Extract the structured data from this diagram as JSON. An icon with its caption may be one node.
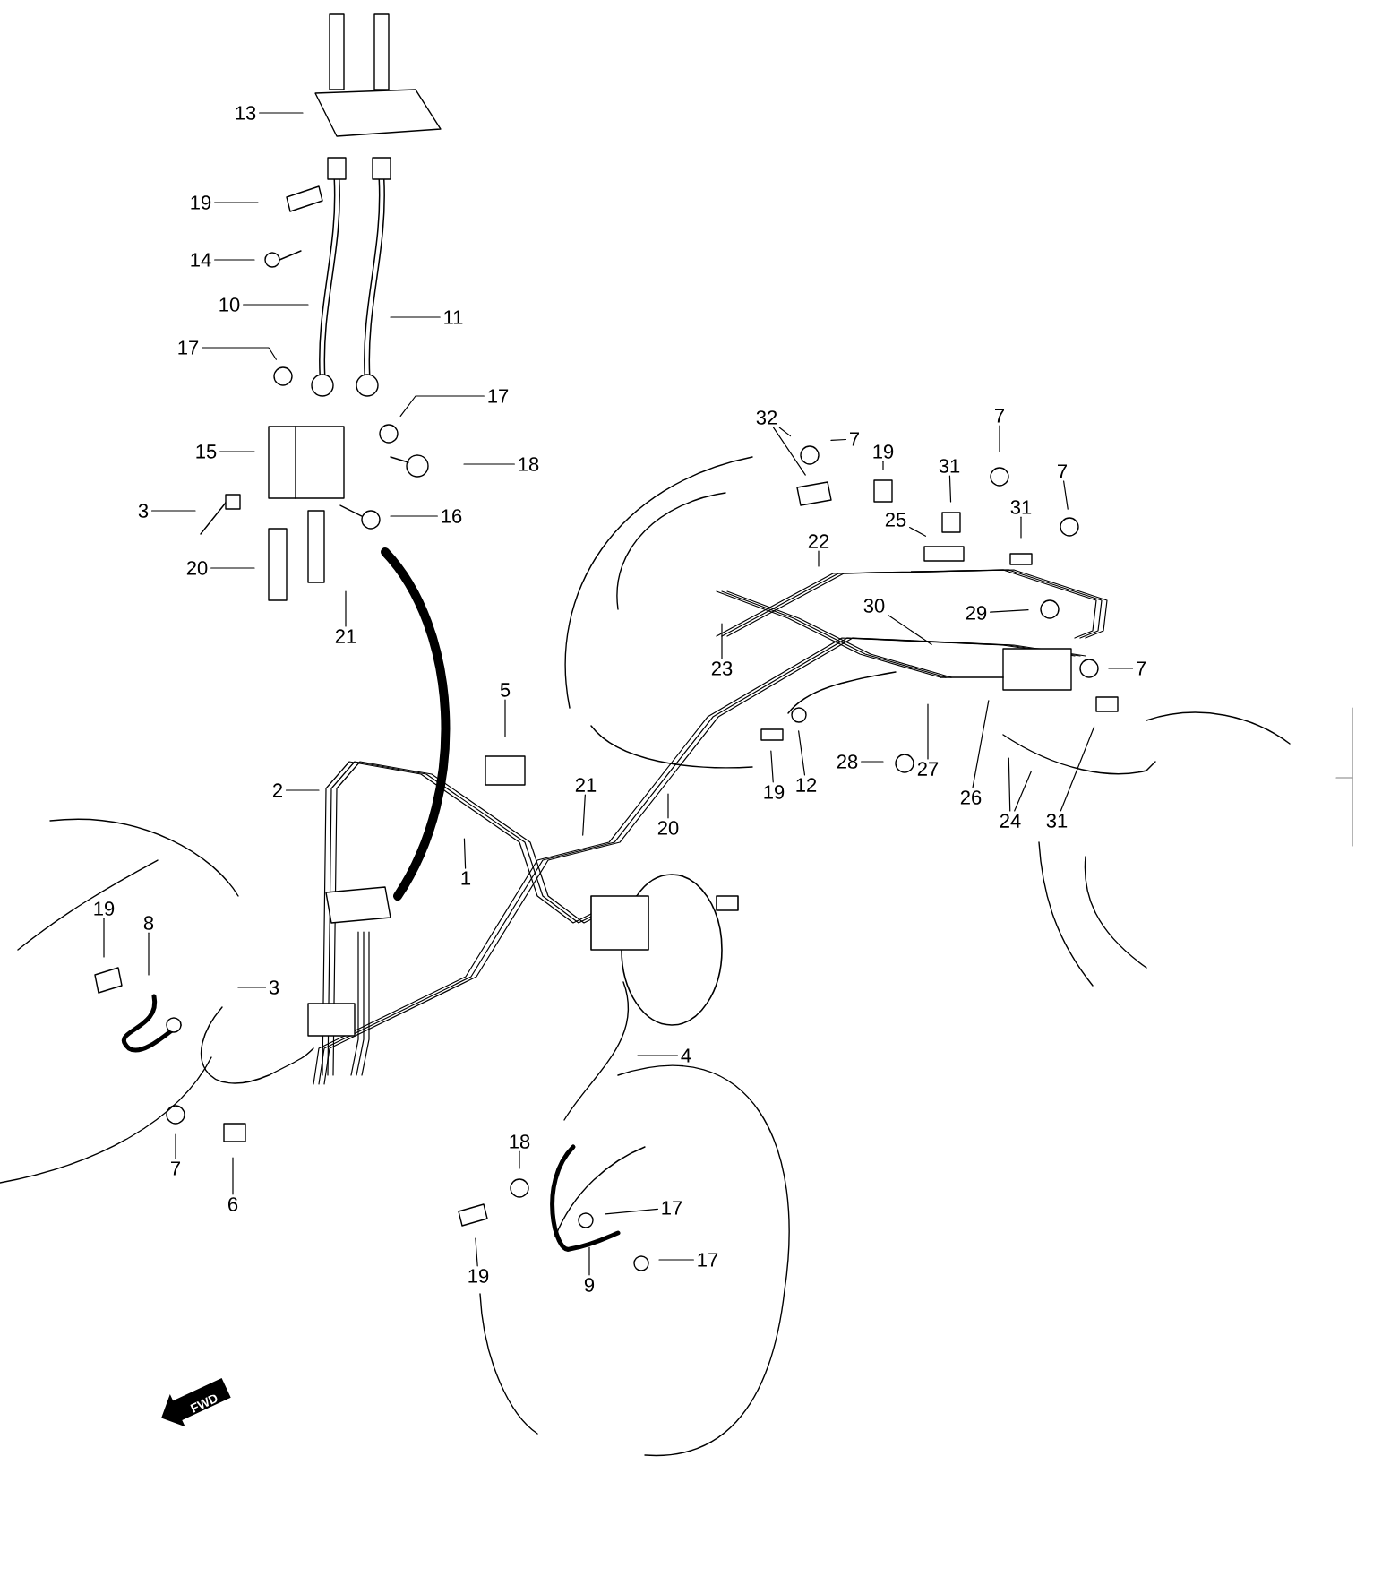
{
  "diagram": {
    "nodes": [
      {
        "text": [
          "13"
        ]
      },
      {
        "text": [
          "19"
        ]
      },
      {
        "text": [
          "14"
        ]
      },
      {
        "text": [
          "10"
        ]
      },
      {
        "text": [
          "11"
        ]
      },
      {
        "text": [
          "17"
        ]
      },
      {
        "text": [
          "17"
        ]
      },
      {
        "text": [
          "15"
        ]
      },
      {
        "text": [
          "18"
        ]
      },
      {
        "text": [
          "3"
        ]
      },
      {
        "text": [
          "16"
        ]
      },
      {
        "text": [
          "20"
        ]
      },
      {
        "text": [
          "21"
        ]
      },
      {
        "text": [
          "32"
        ]
      },
      {
        "text": [
          "7"
        ]
      },
      {
        "text": [
          "19"
        ]
      },
      {
        "text": [
          "25"
        ]
      },
      {
        "text": [
          "31"
        ]
      },
      {
        "text": [
          "7"
        ]
      },
      {
        "text": [
          "7"
        ]
      },
      {
        "text": [
          "31"
        ]
      },
      {
        "text": [
          "22"
        ]
      },
      {
        "text": [
          "29"
        ]
      },
      {
        "text": [
          "30"
        ]
      },
      {
        "text": [
          "23"
        ]
      },
      {
        "text": [
          "7"
        ]
      },
      {
        "text": [
          "5"
        ]
      },
      {
        "text": [
          "28"
        ]
      },
      {
        "text": [
          "27"
        ]
      },
      {
        "text": [
          "19"
        ]
      },
      {
        "text": [
          "12"
        ]
      },
      {
        "text": [
          "2"
        ]
      },
      {
        "text": [
          "21"
        ]
      },
      {
        "text": [
          "26"
        ]
      },
      {
        "text": [
          "24"
        ]
      },
      {
        "text": [
          "31"
        ]
      },
      {
        "text": [
          "20"
        ]
      },
      {
        "text": [
          "1"
        ]
      },
      {
        "text": [
          "19"
        ]
      },
      {
        "text": [
          "8"
        ]
      },
      {
        "text": [
          "3"
        ]
      },
      {
        "text": [
          "4"
        ]
      },
      {
        "text": [
          "18"
        ]
      },
      {
        "text": [
          "7"
        ]
      },
      {
        "text": [
          "6"
        ]
      },
      {
        "text": [
          "17"
        ]
      },
      {
        "text": [
          "17"
        ]
      },
      {
        "text": [
          "19"
        ]
      },
      {
        "text": [
          "9"
        ]
      }
    ],
    "edges": [
      {
        "from": 0,
        "to": null,
        "arrow": "none"
      },
      {
        "from": 1,
        "to": null,
        "arrow": "none"
      },
      {
        "from": 2,
        "to": null,
        "arrow": "none"
      },
      {
        "from": 3,
        "to": null,
        "arrow": "none"
      },
      {
        "from": 4,
        "to": null,
        "arrow": "none"
      },
      {
        "from": 5,
        "to": null,
        "arrow": "none"
      },
      {
        "from": 6,
        "to": null,
        "arrow": "none"
      },
      {
        "from": 7,
        "to": null,
        "arrow": "none"
      },
      {
        "from": 8,
        "to": null,
        "arrow": "none"
      },
      {
        "from": 9,
        "to": null,
        "arrow": "none"
      },
      {
        "from": 10,
        "to": null,
        "arrow": "none"
      },
      {
        "from": 11,
        "to": null,
        "arrow": "none"
      },
      {
        "from": 12,
        "to": null,
        "arrow": "none"
      },
      {
        "from": 13,
        "to": null,
        "arrow": "none"
      },
      {
        "from": 13,
        "to": null,
        "arrow": "none"
      },
      {
        "from": 14,
        "to": null,
        "arrow": "none"
      },
      {
        "from": 15,
        "to": null,
        "arrow": "none"
      },
      {
        "from": 16,
        "to": null,
        "arrow": "none"
      },
      {
        "from": 17,
        "to": null,
        "arrow": "none"
      },
      {
        "from": 18,
        "to": null,
        "arrow": "none"
      },
      {
        "from": 19,
        "to": null,
        "arrow": "none"
      },
      {
        "from": 20,
        "to": null,
        "arrow": "none"
      },
      {
        "from": 21,
        "to": null,
        "arrow": "none"
      },
      {
        "from": 22,
        "to": null,
        "arrow": "none"
      },
      {
        "from": 23,
        "to": null,
        "arrow": "none"
      },
      {
        "from": 24,
        "to": null,
        "arrow": "none"
      },
      {
        "from": 25,
        "to": null,
        "arrow": "none"
      },
      {
        "from": 26,
        "to": null,
        "arrow": "none"
      },
      {
        "from": 27,
        "to": null,
        "arrow": "none"
      },
      {
        "from": 28,
        "to": null,
        "arrow": "none"
      },
      {
        "from": 29,
        "to": null,
        "arrow": "none"
      },
      {
        "from": 30,
        "to": null,
        "arrow": "none"
      },
      {
        "from": 31,
        "to": null,
        "arrow": "none"
      },
      {
        "from": 32,
        "to": null,
        "arrow": "none"
      },
      {
        "from": 33,
        "to": null,
        "arrow": "none"
      },
      {
        "from": 34,
        "to": null,
        "arrow": "none"
      },
      {
        "from": 34,
        "to": null,
        "arrow": "none"
      },
      {
        "from": 35,
        "to": null,
        "arrow": "none"
      },
      {
        "from": 36,
        "to": null,
        "arrow": "none"
      },
      {
        "from": 37,
        "to": null,
        "arrow": "none"
      },
      {
        "from": 38,
        "to": null,
        "arrow": "none"
      },
      {
        "from": 39,
        "to": null,
        "arrow": "none"
      },
      {
        "from": 40,
        "to": null,
        "arrow": "none"
      },
      {
        "from": 41,
        "to": null,
        "arrow": "none"
      },
      {
        "from": 42,
        "to": null,
        "arrow": "none"
      },
      {
        "from": 43,
        "to": null,
        "arrow": "none"
      },
      {
        "from": 44,
        "to": null,
        "arrow": "none"
      },
      {
        "from": 45,
        "to": null,
        "arrow": "none"
      },
      {
        "from": 46,
        "to": null,
        "arrow": "none"
      },
      {
        "from": 47,
        "to": null,
        "arrow": "none"
      },
      {
        "from": 48,
        "to": null,
        "arrow": "none"
      }
    ],
    "labels": [
      "FWD"
    ]
  }
}
